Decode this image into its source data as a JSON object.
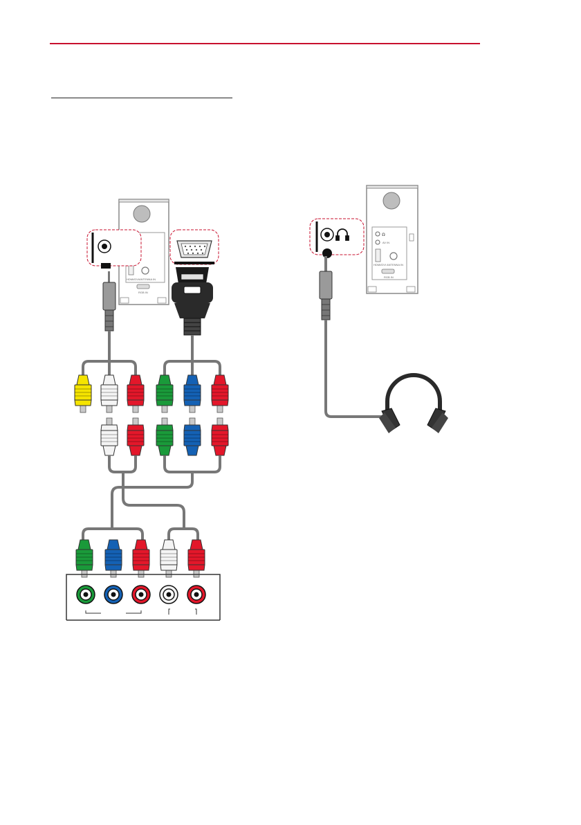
{
  "header": {
    "accent_color": "#c8102e"
  },
  "device_labels": {
    "hdmi": "HDMI/DVI",
    "antenna": "ANTENNA IN",
    "rgb": "RGB IN",
    "av": "AV IN"
  },
  "connector_colors": {
    "yellow": "#f5e400",
    "white": "#f4f4f4",
    "red": "#e3172a",
    "green": "#1a9a3a",
    "blue": "#1461b4",
    "cable": "#777777"
  },
  "icons": [
    "headphone-jack-icon",
    "headphones-icon",
    "rgb-d-sub-connector",
    "rca-plug-icon",
    "av-jack-plug-icon"
  ]
}
